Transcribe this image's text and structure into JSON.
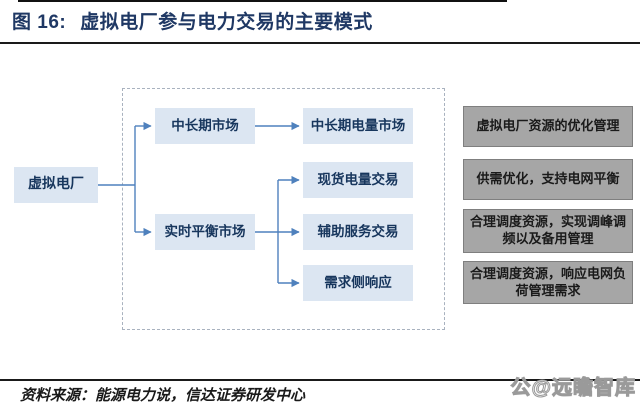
{
  "figure": {
    "label": "图 16:",
    "title": "虚拟电厂参与电力交易的主要模式"
  },
  "diagram": {
    "root": {
      "label": "虚拟电厂"
    },
    "markets": [
      {
        "label": "中长期市场"
      },
      {
        "label": "实时平衡市场"
      }
    ],
    "trades": [
      {
        "label": "中长期电量市场"
      },
      {
        "label": "现货电量交易"
      },
      {
        "label": "辅助服务交易"
      },
      {
        "label": "需求侧响应"
      }
    ],
    "annotations": [
      {
        "label": "虚拟电厂资源的优化管理"
      },
      {
        "label": "供需优化，支持电网平衡"
      },
      {
        "label": "合理调度资源，实现调峰调频以及备用管理"
      },
      {
        "label": "合理调度资源，响应电网负荷管理需求"
      }
    ]
  },
  "footer": {
    "source": "资料来源：能源电力说，信达证券研发中心",
    "watermark_logo": "公",
    "watermark_text": "@远瞻智库"
  },
  "colors": {
    "title_navy": "#1f3864",
    "node_fill": "#dce6f2",
    "node_text": "#17365d",
    "connector_blue": "#4f81bd",
    "annotation_gray": "#a6a6a6",
    "annotation_border": "#7f7f7f",
    "rule_black": "#1a1a1a",
    "dashed_border": "#a9b2bf"
  }
}
